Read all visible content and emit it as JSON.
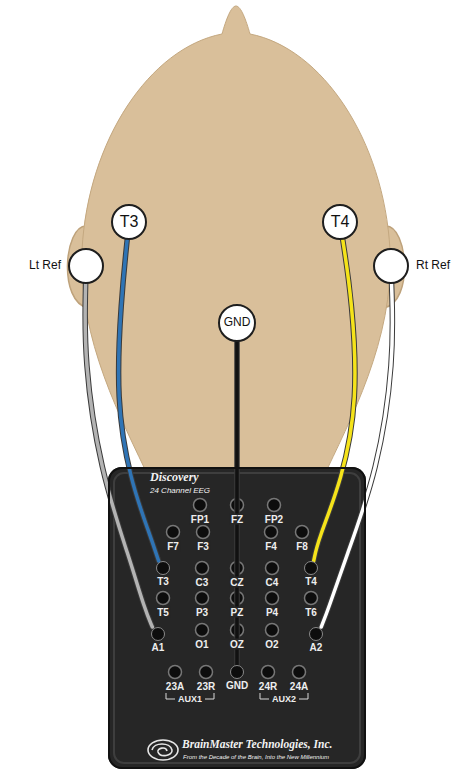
{
  "diagram": {
    "nodes": [
      {
        "text": [
          "T3"
        ]
      },
      {
        "text": [
          "T4"
        ]
      },
      {
        "text": [
          "Lt Ref"
        ]
      },
      {
        "text": [
          "Rt Ref"
        ]
      },
      {
        "text": [
          "GND"
        ]
      },
      {
        "text": [
          "Discovery",
          "24 Channel EEG",
          "BrainMaster Technologies, Inc.",
          "From the Decade of the Brain, Into the New Millennium"
        ]
      },
      {
        "text": [
          "T3"
        ],
        "in": 5
      },
      {
        "text": [
          "T4"
        ],
        "in": 5
      },
      {
        "text": [
          "A1"
        ],
        "in": 5
      },
      {
        "text": [
          "A2"
        ],
        "in": 5
      },
      {
        "text": [
          "GND"
        ],
        "in": 5
      }
    ],
    "edges": [
      {
        "from": 0,
        "to": 6,
        "arrow": "none"
      },
      {
        "from": 1,
        "to": 7,
        "arrow": "none"
      },
      {
        "from": 2,
        "to": 8,
        "arrow": "none"
      },
      {
        "from": 3,
        "to": 9,
        "arrow": "none"
      },
      {
        "from": 4,
        "to": 10,
        "arrow": "none"
      }
    ],
    "labels": [
      "FP1",
      "FZ",
      "FP2",
      "F7",
      "F3",
      "F4",
      "F8",
      "C3",
      "CZ",
      "C4",
      "T5",
      "P3",
      "PZ",
      "P4",
      "T6",
      "O1",
      "OZ",
      "O2",
      "23A",
      "23R",
      "24R",
      "24A",
      "AUX1",
      "AUX2"
    ]
  }
}
